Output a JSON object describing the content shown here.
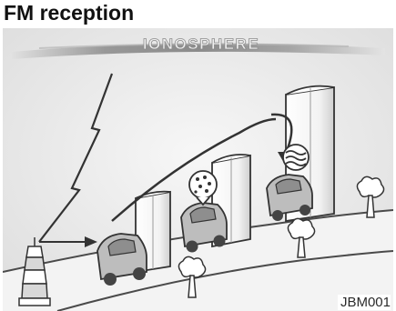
{
  "title": "FM reception",
  "figure": {
    "ionosphere_label": "IONOSPHERE",
    "code": "JBM001",
    "icons": [
      "broadcast-tower-icon",
      "car-icon",
      "building-icon",
      "tree-icon",
      "lightning-signal-icon",
      "static-noise-icon",
      "distorted-audio-icon"
    ],
    "colors": {
      "background": "#ececec",
      "outline": "#333333",
      "building_fill": "#ffffff",
      "car_fill": "#bdbdbd",
      "ionosphere_band": "#9a9a9a"
    }
  }
}
